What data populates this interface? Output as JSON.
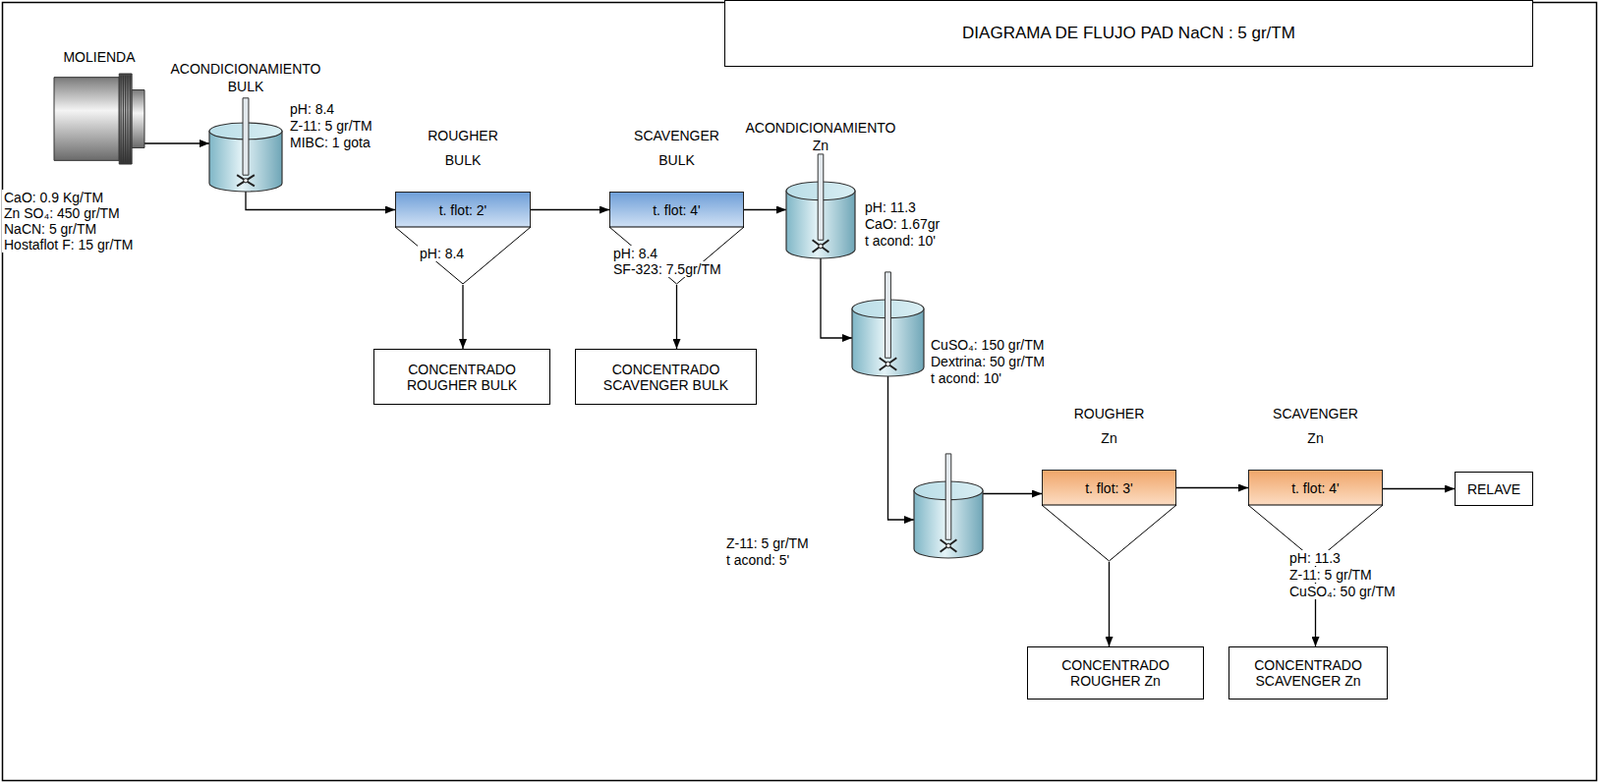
{
  "diagram": {
    "title": "DIAGRAMA DE FLUJO PAD NaCN : 5 gr/TM",
    "nodes": [
      {
        "text": [
          "DIAGRAMA DE FLUJO PAD NaCN : 5 gr/TM"
        ]
      },
      {
        "text": [
          "MOLIENDA"
        ]
      },
      {
        "text": [
          "ACONDICIONAMIENTO BULK",
          "pH: 8.4",
          "Z-11: 5 gr/TM",
          "MIBC: 1 gota"
        ]
      },
      {
        "text": [
          "ROUGHER BULK",
          "t. flot: 2'"
        ]
      },
      {
        "text": [
          "SCAVENGER BULK",
          "t. flot: 4'"
        ]
      },
      {
        "text": [
          "CONCENTRADO ROUGHER BULK"
        ]
      },
      {
        "text": [
          "CONCENTRADO SCAVENGER BULK"
        ]
      },
      {
        "text": [
          "ACONDICIONAMIENTO Zn",
          "pH: 11.3",
          "CaO: 1.67gr",
          "t acond: 10'"
        ]
      },
      {
        "text": [
          "CuSO₄: 150 gr/TM",
          "Dextrina: 50 gr/TM",
          "t acond: 10'"
        ]
      },
      {
        "text": [
          "Z-11: 5 gr/TM",
          "t acond: 5'"
        ]
      },
      {
        "text": [
          "ROUGHER Zn",
          "t. flot: 3'"
        ]
      },
      {
        "text": [
          "SCAVENGER Zn",
          "t. flot: 4'"
        ]
      },
      {
        "text": [
          "RELAVE"
        ]
      },
      {
        "text": [
          "CONCENTRADO ROUGHER Zn"
        ]
      },
      {
        "text": [
          "CONCENTRADO SCAVENGER Zn"
        ]
      }
    ],
    "edges": [
      {
        "from": 1,
        "to": 2,
        "arrow": "to"
      },
      {
        "from": 2,
        "to": 3,
        "arrow": "to"
      },
      {
        "from": 3,
        "to": 4,
        "arrow": "to"
      },
      {
        "from": 3,
        "to": 5,
        "arrow": "to"
      },
      {
        "from": 4,
        "to": 6,
        "arrow": "to"
      },
      {
        "from": 4,
        "to": 7,
        "arrow": "to"
      },
      {
        "from": 7,
        "to": 8,
        "arrow": "to"
      },
      {
        "from": 8,
        "to": 9,
        "arrow": "to"
      },
      {
        "from": 9,
        "to": 10,
        "arrow": "to"
      },
      {
        "from": 10,
        "to": 11,
        "arrow": "to"
      },
      {
        "from": 10,
        "to": 13,
        "arrow": "to"
      },
      {
        "from": 11,
        "to": 14,
        "arrow": "to"
      },
      {
        "from": 11,
        "to": 12,
        "arrow": "to"
      }
    ],
    "labels": [
      "CaO: 0.9 Kg/TM",
      "Zn SO₄: 450 gr/TM",
      "NaCN: 5 gr/TM",
      "Hostaflot F: 15 gr/TM",
      "pH: 8.4",
      "pH: 8.4",
      "SF-323: 7.5gr/TM",
      "pH: 11.3",
      "Z-11: 5 gr/TM",
      "CuSO₄: 50 gr/TM"
    ]
  }
}
